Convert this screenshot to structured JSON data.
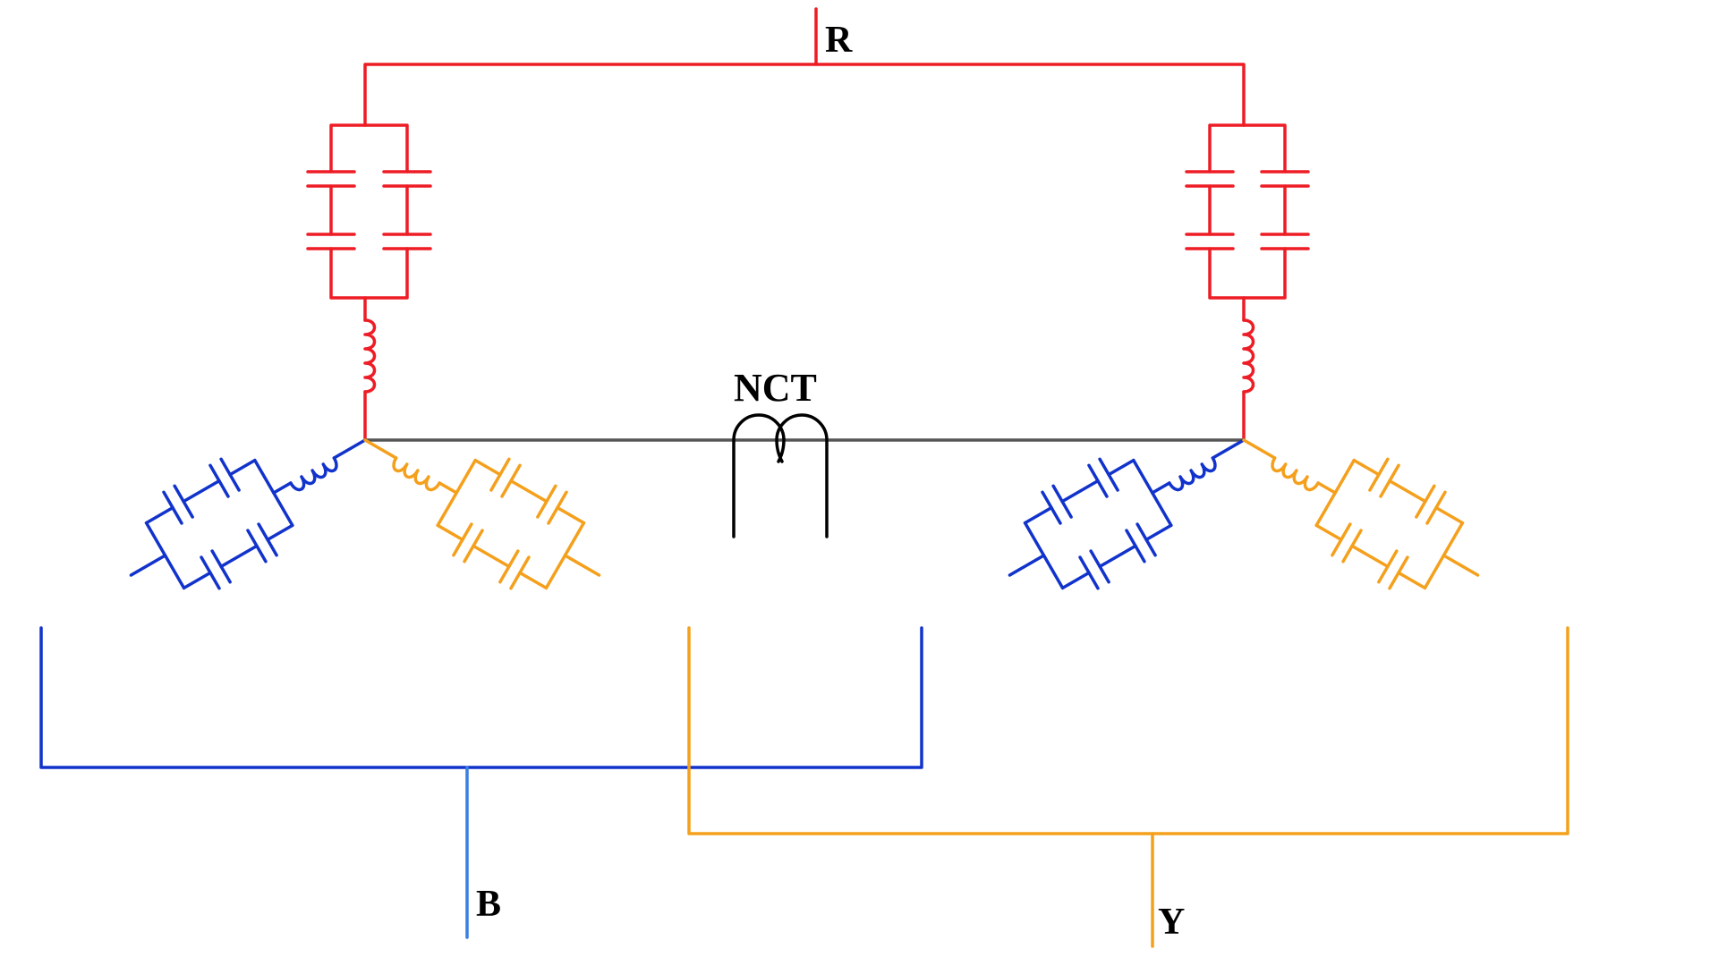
{
  "labels": {
    "r": "R",
    "b": "B",
    "y": "Y",
    "nct": "NCT"
  },
  "colors": {
    "red_phase": "#ee1c25",
    "blue_phase": "#1133cc",
    "blue_terminal": "#3a7fe0",
    "yellow_phase": "#f4a01c",
    "neutral": "#555555",
    "nct": "#000000"
  },
  "icons": {
    "capacitor": "capacitor-symbol",
    "inductor": "inductor-coil-symbol",
    "current_transformer": "neutral-current-transformer-symbol"
  }
}
